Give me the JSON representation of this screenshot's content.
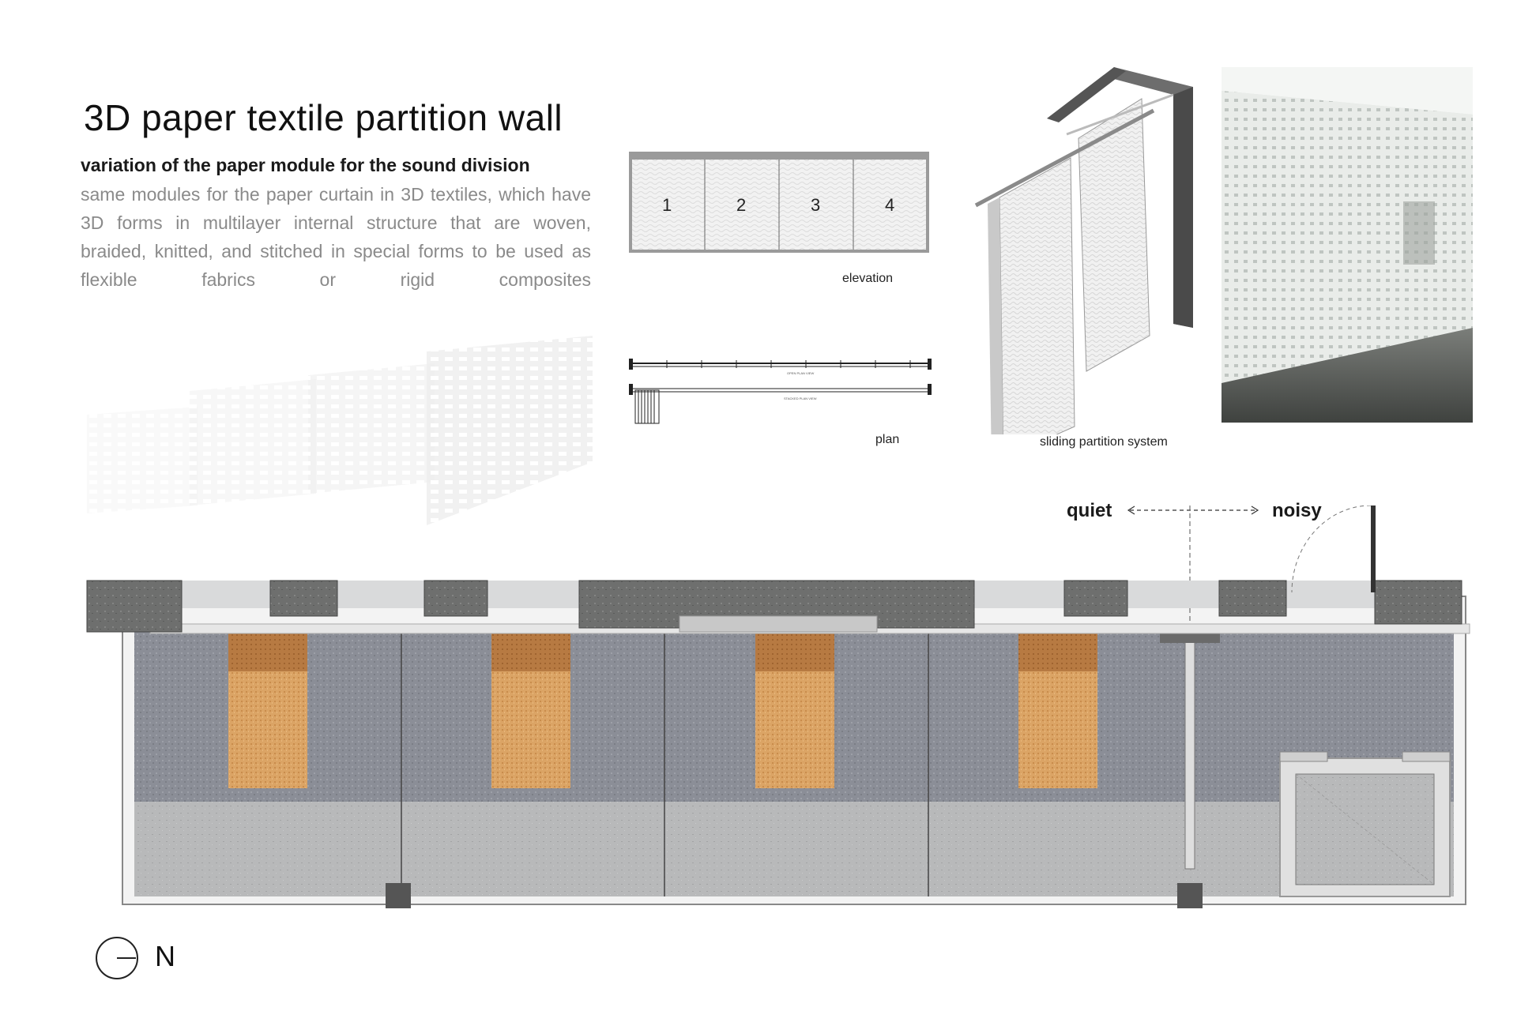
{
  "header": {
    "title": "3D paper textile partition wall",
    "subtitle": "variation of the paper module for the sound division",
    "description": "same modules for the paper curtain in 3D textiles, which have 3D forms in multilayer internal structure that are woven, braided, knitted, and stitched in special forms to be used as flexible fabrics or rigid composites"
  },
  "elevation": {
    "caption": "elevation",
    "modules": [
      "1",
      "2",
      "3",
      "4"
    ]
  },
  "plan": {
    "caption": "plan",
    "open_label": "OPEN PLAN VIEW",
    "stacked_label": "STACKED PLAN VIEW"
  },
  "sliding": {
    "caption": "sliding partition system"
  },
  "floorplan": {
    "quiet_label": "quiet",
    "noisy_label": "noisy",
    "north_label": "N"
  },
  "colors": {
    "carpet": "#8a8d95",
    "cork": "#d9a062",
    "concrete": "#6f706f",
    "floor_light": "#b9babb"
  }
}
